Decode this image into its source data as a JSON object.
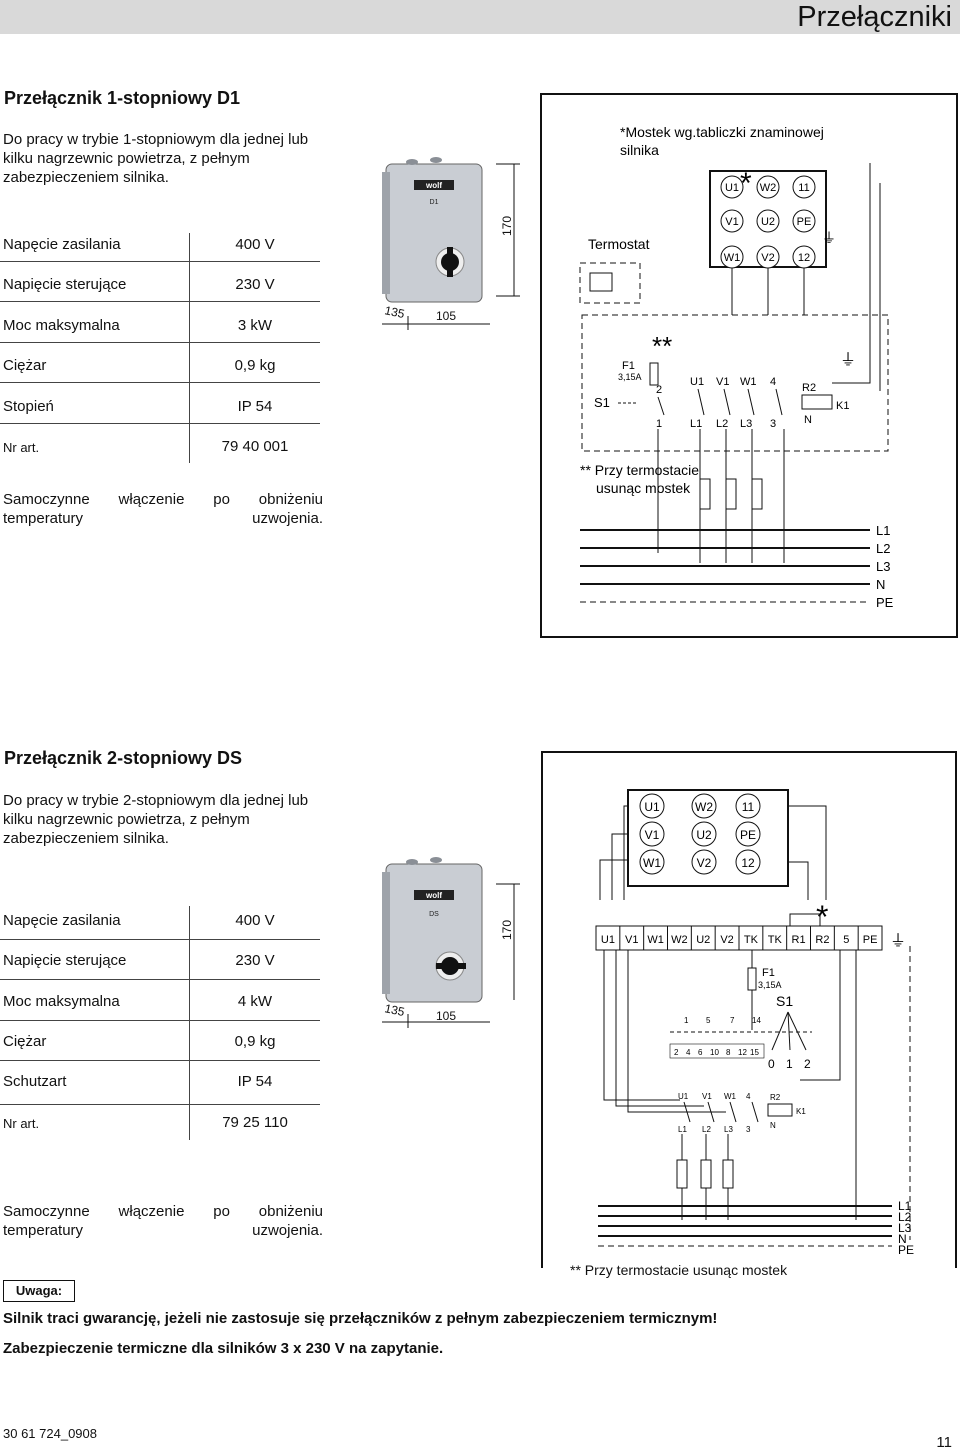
{
  "header": {
    "title": "Przełączniki"
  },
  "section1": {
    "title": "Przełącznik 1-stopniowy D1",
    "description": "Do pracy w trybie 1-stopniowym dla jednej lub kilku nagrzewnic powietrza, z pełnym zabezpieczeniem silnika.",
    "specs": [
      {
        "label": "Napęcie zasilania",
        "value": "400 V"
      },
      {
        "label": "Napięcie sterujące",
        "value": "230 V"
      },
      {
        "label": "Moc maksymalna",
        "value": "3 kW"
      },
      {
        "label": "Ciężar",
        "value": "0,9 kg"
      },
      {
        "label": "Stopień",
        "value": "IP 54"
      }
    ],
    "article": {
      "label": "Nr art.",
      "value": "79 40 001"
    },
    "note": "Samoczynne włączenie po obniżeniu temperatury uzwojenia.",
    "device": {
      "brand": "wolf",
      "model": "D1",
      "dim_height": "170",
      "dim_depth": "135",
      "dim_width": "105"
    },
    "diagram": {
      "bridge_note_line1": "*Mostek wg.tabliczki znaminowej",
      "bridge_note_line2": "silnika",
      "star": "*",
      "double_star": "**",
      "termostat": "Termostat",
      "terminals_row1": [
        "U1",
        "W2",
        "11"
      ],
      "terminals_row2": [
        "V1",
        "U2",
        "PE"
      ],
      "terminals_row3": [
        "W1",
        "V2",
        "12"
      ],
      "fuse_label": "F1",
      "fuse_rating": "3,15A",
      "switch_label": "S1",
      "contact_top": [
        "2",
        "U1",
        "V1",
        "W1",
        "4"
      ],
      "contact_bottom": [
        "1",
        "L1",
        "L2",
        "L3",
        "3"
      ],
      "relay_r2": "R2",
      "relay_n": "N",
      "relay_k1": "K1",
      "remove_note_line1": "** Przy termostacie",
      "remove_note_line2": "usunąc mostek",
      "lines": [
        "L1",
        "L2",
        "L3",
        "N",
        "PE"
      ]
    }
  },
  "section2": {
    "title": "Przełącznik 2-stopniowy DS",
    "description": "Do pracy w trybie 2-stopniowym dla jednej lub kilku nagrzewnic powietrza, z pełnym zabezpieczeniem silnika.",
    "specs": [
      {
        "label": "Napęcie zasilania",
        "value": "400 V"
      },
      {
        "label": "Napięcie sterujące",
        "value": "230 V"
      },
      {
        "label": "Moc maksymalna",
        "value": "4 kW"
      },
      {
        "label": "Ciężar",
        "value": "0,9 kg"
      },
      {
        "label": "Schutzart",
        "value": "IP 54"
      }
    ],
    "article": {
      "label": "Nr art.",
      "value": "79 25 110"
    },
    "note": "Samoczynne włączenie po obniżeniu temperatury uzwojenia.",
    "device": {
      "brand": "wolf",
      "model": "DS",
      "dim_height": "170",
      "dim_depth": "135",
      "dim_width": "105"
    },
    "diagram": {
      "motor_row1": [
        "U1",
        "W2",
        "11"
      ],
      "motor_row2": [
        "V1",
        "U2",
        "PE"
      ],
      "motor_row3": [
        "W1",
        "V2",
        "12"
      ],
      "strip": [
        "U1",
        "V1",
        "W1",
        "W2",
        "U2",
        "V2",
        "TK",
        "TK",
        "R1",
        "R2",
        "5",
        "PE"
      ],
      "star": "*",
      "fuse_label": "F1",
      "fuse_rating": "3,15A",
      "switch_label": "S1",
      "switch_top": [
        "1",
        "5",
        "7",
        "14"
      ],
      "switch_mid": [
        "2",
        "4",
        "6",
        "10",
        "8",
        "12",
        "15"
      ],
      "positions": [
        "0",
        "1",
        "2"
      ],
      "contact_top": [
        "U1",
        "V1",
        "W1",
        "4"
      ],
      "contact_bottom": [
        "L1",
        "L2",
        "L3",
        "3"
      ],
      "relay_r2": "R2",
      "relay_k1": "K1",
      "relay_n": "N",
      "lines": [
        "L1",
        "L2",
        "L3",
        "N",
        "PE"
      ],
      "remove_note": "** Przy termostacie usunąc mostek"
    }
  },
  "warning": {
    "label": "Uwaga:",
    "line1": "Silnik traci gwarancję, jeżeli nie zastosuje się przełączników z pełnym zabezpieczeniem termicznym!",
    "line2": "Zabezpieczenie termiczne dla silników  3 x 230 V na zapytanie."
  },
  "footer": {
    "doc_number": "30 61 724_0908",
    "page_number": "11"
  }
}
